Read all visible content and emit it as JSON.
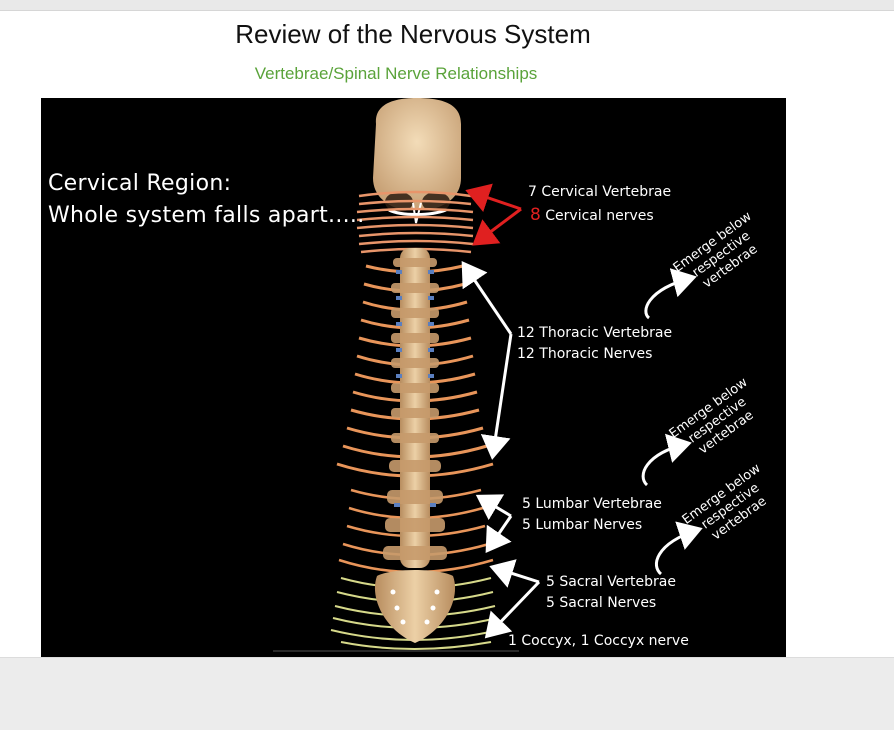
{
  "slide": {
    "title": "Review of the Nervous System",
    "subtitle": "Vertebrae/Spinal Nerve Relationships"
  },
  "figure": {
    "heading_line1": "Cervical Region:",
    "heading_line2": "Whole system falls apart.....",
    "cervical_vertebrae": "7 Cervical Vertebrae",
    "cervical_nerves_count": "8",
    "cervical_nerves_text": "Cervical nerves",
    "thoracic_vertebrae": "12 Thoracic Vertebrae",
    "thoracic_nerves": "12 Thoracic Nerves",
    "lumbar_vertebrae": "5 Lumbar Vertebrae",
    "lumbar_nerves": "5 Lumbar Nerves",
    "sacral_vertebrae": "5 Sacral Vertebrae",
    "sacral_nerves": "5 Sacral Nerves",
    "coccyx": "1 Coccyx, 1 Coccyx nerve",
    "emerge_line1": "Emerge below",
    "emerge_line2": "respective",
    "emerge_line3": "vertebrae"
  },
  "colors": {
    "background": "#000000",
    "bone": "#e8c9a0",
    "nerve_cervical": "#e8956a",
    "nerve_thoracic": "#e8955a",
    "nerve_sacral": "#d6d98a",
    "accent_red": "#e02020",
    "subtitle_green": "#5aa33a"
  }
}
